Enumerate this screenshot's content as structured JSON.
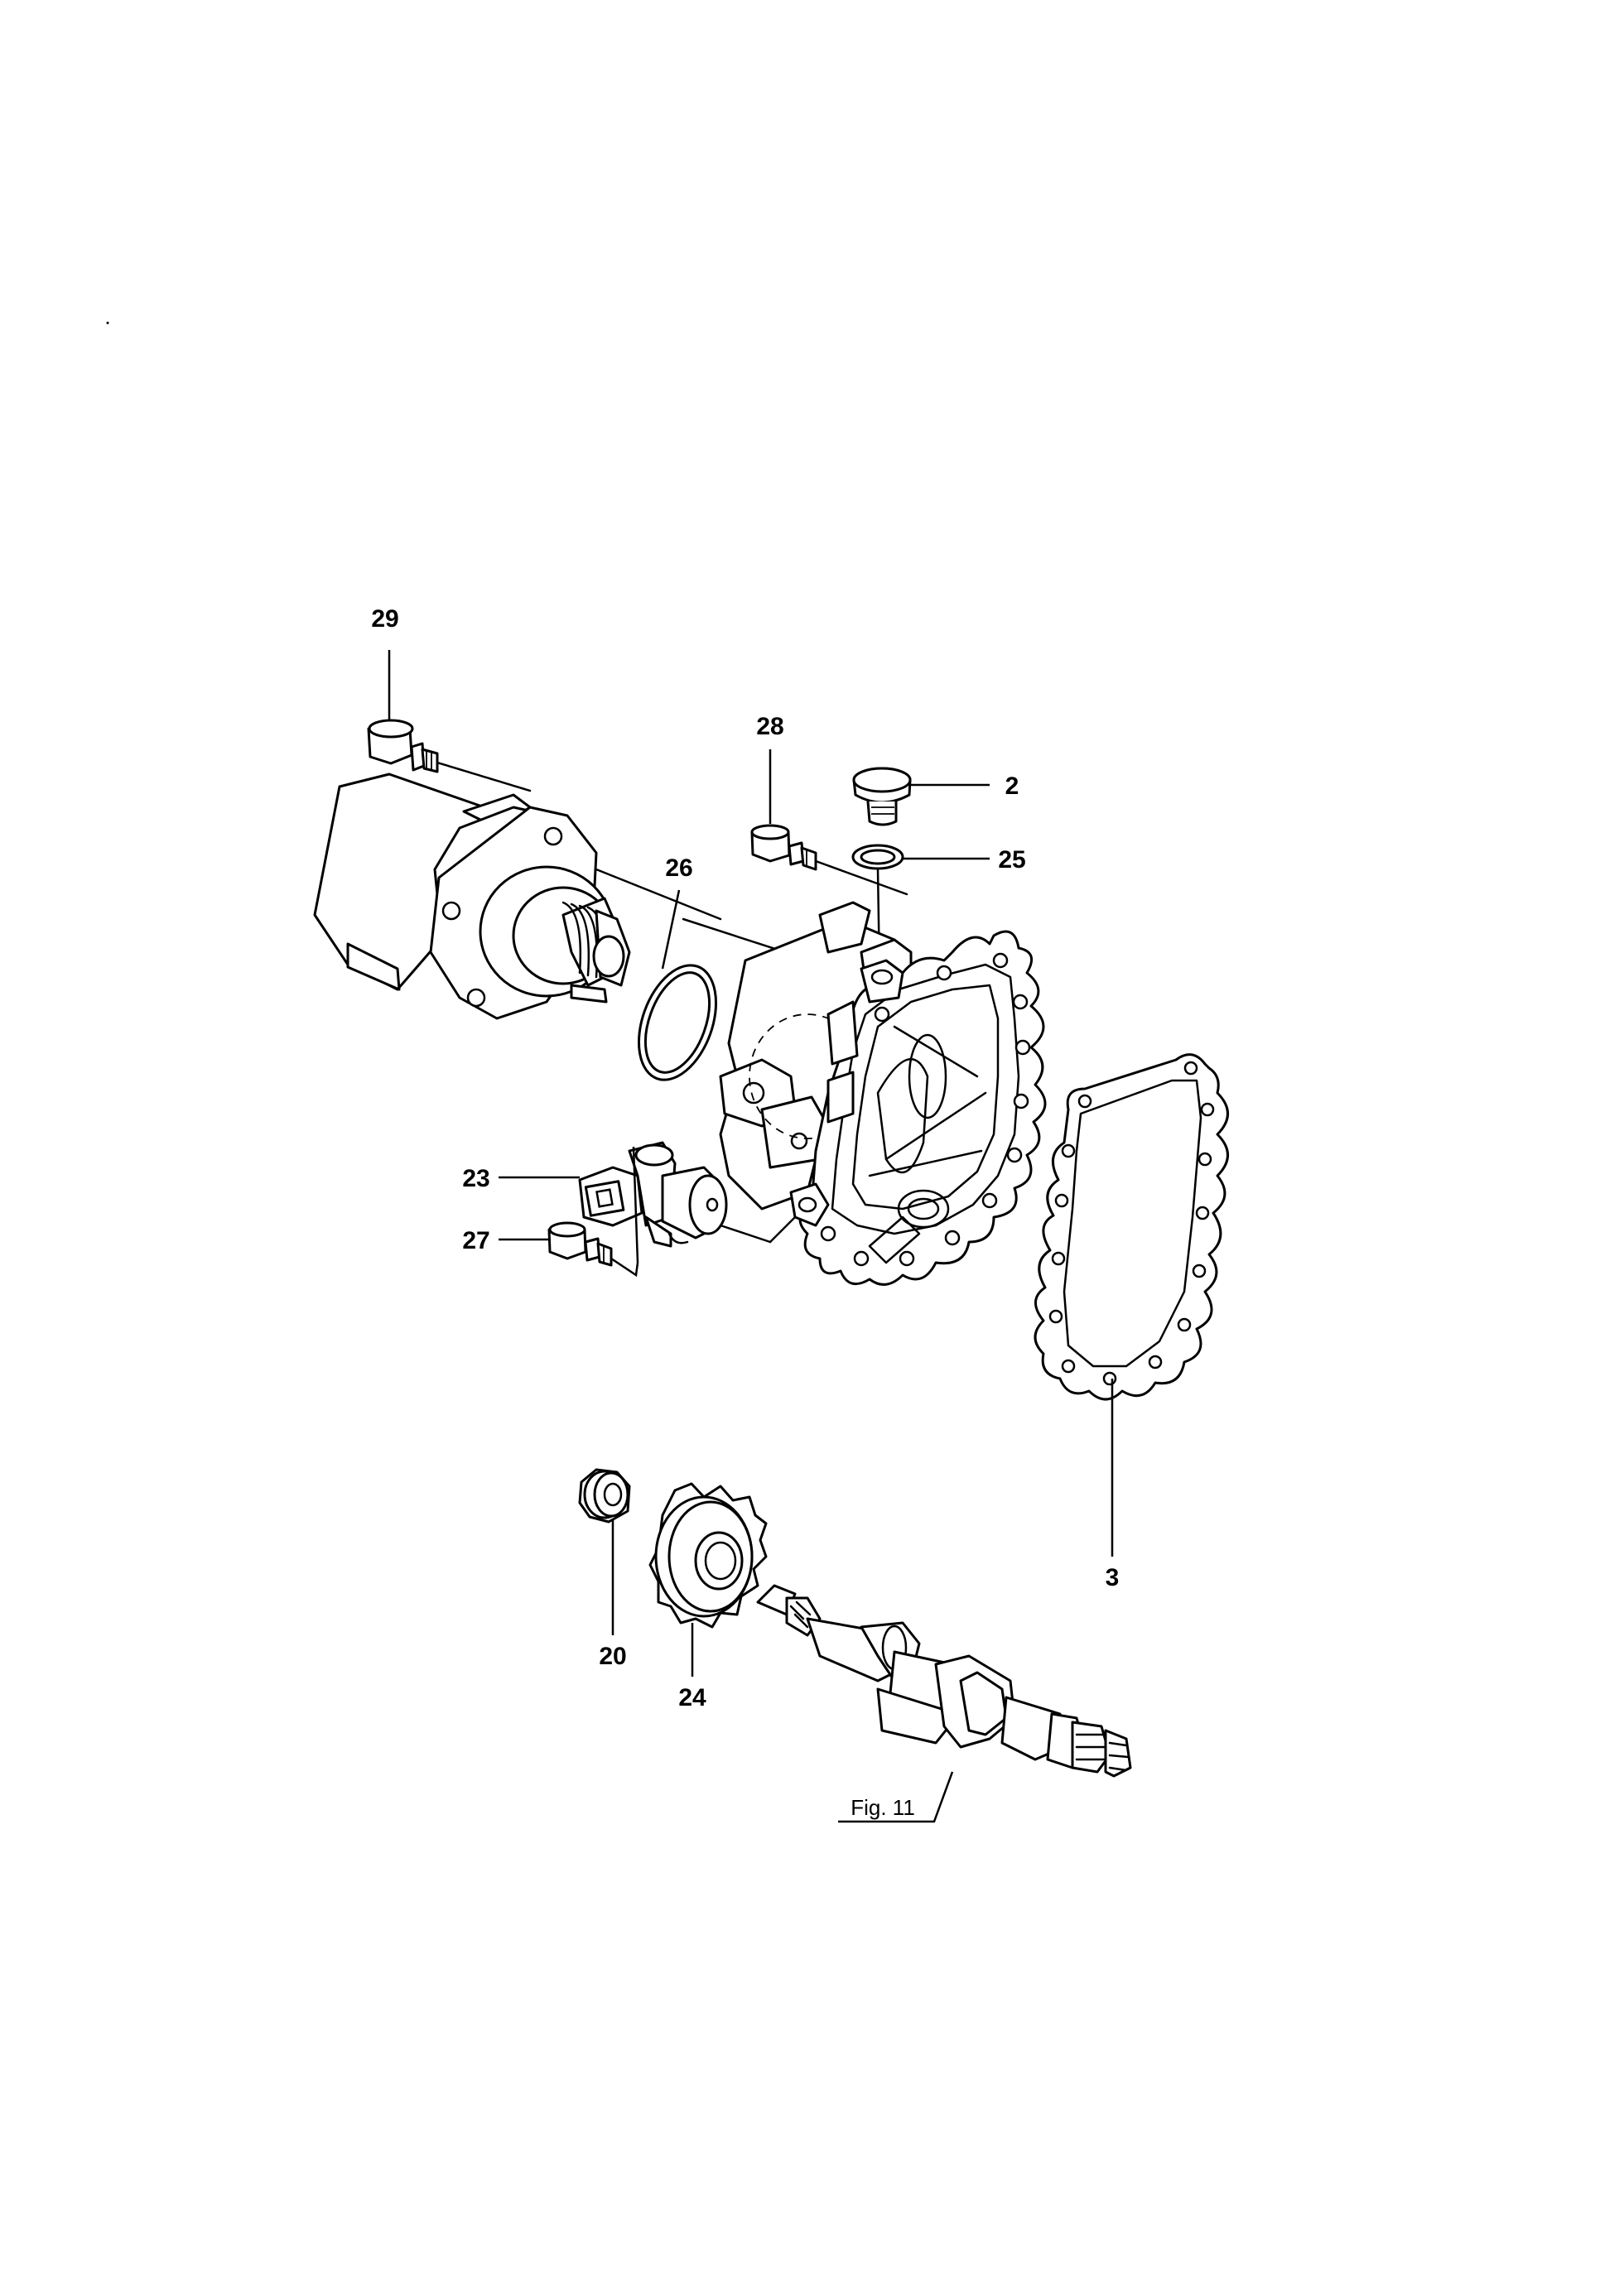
{
  "callouts": {
    "c29": "29",
    "c28": "28",
    "c2": "2",
    "c25": "25",
    "c26": "26",
    "c23": "23",
    "c27": "27",
    "c3": "3",
    "c20": "20",
    "c24": "24"
  },
  "figure_reference": "Fig. 11"
}
